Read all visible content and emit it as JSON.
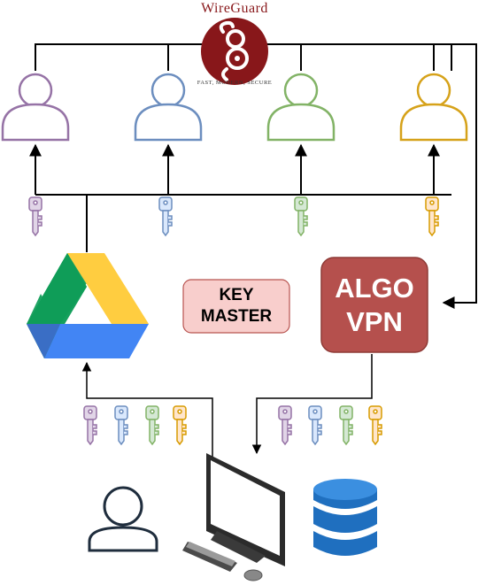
{
  "wireguard": {
    "brand": "WireGuard",
    "tagline": "FAST, MODERN, SECURE"
  },
  "key_master": {
    "line1": "KEY",
    "line2": "MASTER"
  },
  "algo_vpn": {
    "line1": "ALGO",
    "line2": "VPN"
  },
  "users": [
    {
      "name": "user-purple",
      "color": "#9673a6"
    },
    {
      "name": "user-blue",
      "color": "#6c8ebf"
    },
    {
      "name": "user-green",
      "color": "#82b366"
    },
    {
      "name": "user-orange",
      "color": "#d6a21a"
    }
  ],
  "keys": [
    {
      "name": "key-purple",
      "fill": "#e1d5e7",
      "stroke": "#9673a6"
    },
    {
      "name": "key-blue",
      "fill": "#dae8fc",
      "stroke": "#6c8ebf"
    },
    {
      "name": "key-green",
      "fill": "#d5e8d4",
      "stroke": "#82b366"
    },
    {
      "name": "key-orange",
      "fill": "#ffe6cc",
      "stroke": "#d79b00"
    }
  ],
  "colors": {
    "key_master_fill": "#f8cecc",
    "key_master_stroke": "#b85450",
    "algo_fill": "#b5504d",
    "algo_stroke": "#8e3a36",
    "wireguard_red": "#88171a",
    "admin_stroke": "#1f2d3d",
    "db_blue": "#1f6fbf"
  }
}
